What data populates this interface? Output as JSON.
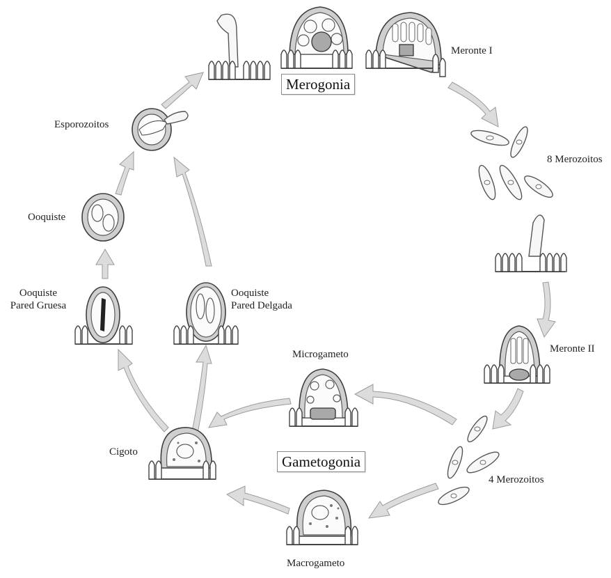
{
  "diagram": {
    "stage_titles": {
      "merogonia": "Merogonia",
      "gametogonia": "Gametogonia"
    },
    "labels": {
      "meronte_1": "Meronte I",
      "merozoitos_8": "8 Merozoitos",
      "meronte_2": "Meronte II",
      "merozoitos_4": "4 Merozoitos",
      "macrogameto": "Macrogameto",
      "microgameto": "Microgameto",
      "cigoto": "Cigoto",
      "ooquiste_gruesa_1": "Ooquiste",
      "ooquiste_gruesa_2": "Pared Gruesa",
      "ooquiste_delgada_1": "Ooquiste",
      "ooquiste_delgada_2": "Pared Delgada",
      "ooquiste": "Ooquiste",
      "esporozoitos": "Esporozoitos"
    }
  }
}
